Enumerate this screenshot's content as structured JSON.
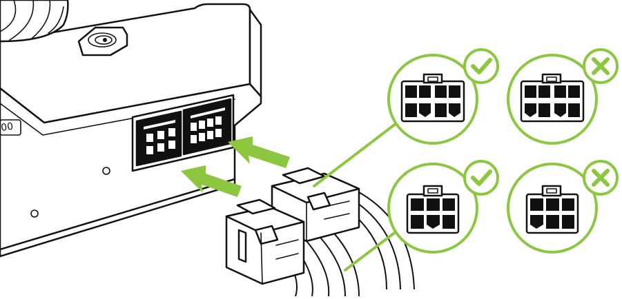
{
  "diagram": {
    "colors": {
      "accent": "#8dc63f",
      "ink": "#111111",
      "background": "#ffffff",
      "pin": "#111111"
    },
    "gpu": {
      "label_fragment": "00",
      "logo": "nvidia-eye-logo-icon"
    },
    "arrows": [
      {
        "name": "insert-arrow-upper",
        "direction": "left"
      },
      {
        "name": "insert-arrow-lower",
        "direction": "left"
      }
    ],
    "callouts": [
      {
        "name": "callout-8pin-correct",
        "pins": 8,
        "status": "correct",
        "badge_icon": "check-mark-icon"
      },
      {
        "name": "callout-8pin-incorrect",
        "pins": 8,
        "status": "incorrect",
        "badge_icon": "x-mark-icon"
      },
      {
        "name": "callout-6pin-correct",
        "pins": 6,
        "status": "correct",
        "badge_icon": "check-mark-icon"
      },
      {
        "name": "callout-6pin-incorrect",
        "pins": 6,
        "status": "incorrect",
        "badge_icon": "x-mark-icon"
      }
    ]
  }
}
